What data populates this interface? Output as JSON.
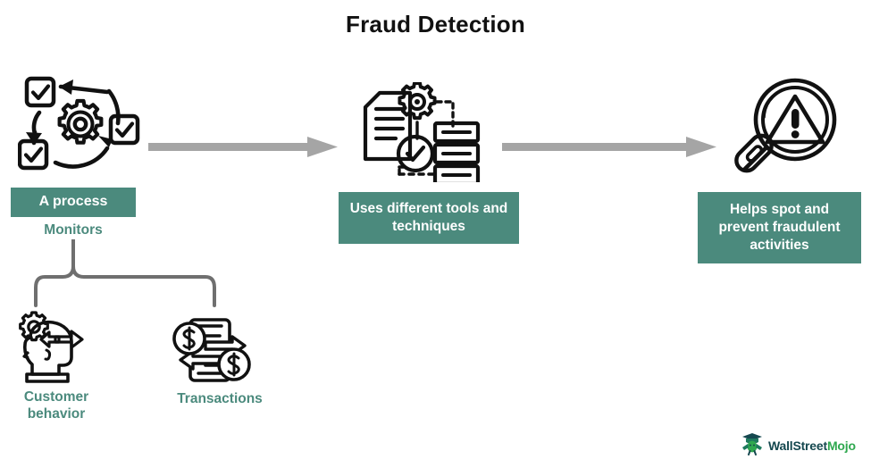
{
  "title": "Fraud Detection",
  "theme": {
    "teal": "#4b8a7d",
    "arrow_gray": "#a5a5a5",
    "brace_gray": "#6f6f6f",
    "icon_black": "#111111",
    "background": "#ffffff",
    "logo_dark": "#15484f",
    "logo_green": "#2fa84f"
  },
  "stages": [
    {
      "id": "stage-1",
      "icon": "process-cycle-icon",
      "box_label": "A process",
      "sub_label": "Monitors"
    },
    {
      "id": "stage-2",
      "icon": "tools-techniques-icon",
      "box_label": "Uses different tools and techniques"
    },
    {
      "id": "stage-3",
      "icon": "magnifier-warning-icon",
      "box_label": "Helps spot and prevent fraudulent activities"
    }
  ],
  "connectors": [
    {
      "id": "arrow-1",
      "icon": "right-arrow-icon"
    },
    {
      "id": "arrow-2",
      "icon": "right-arrow-icon"
    },
    {
      "id": "brace",
      "icon": "curly-brace-connector-icon"
    }
  ],
  "branches": [
    {
      "id": "branch-customer-behavior",
      "icon": "head-gear-icon",
      "label": "Customer behavior"
    },
    {
      "id": "branch-transactions",
      "icon": "money-exchange-icon",
      "label": "Transactions"
    }
  ],
  "logo": {
    "icon": "wallstreetmojo-mascot-icon",
    "text_primary": "WallStreet",
    "text_accent": "Mojo"
  }
}
